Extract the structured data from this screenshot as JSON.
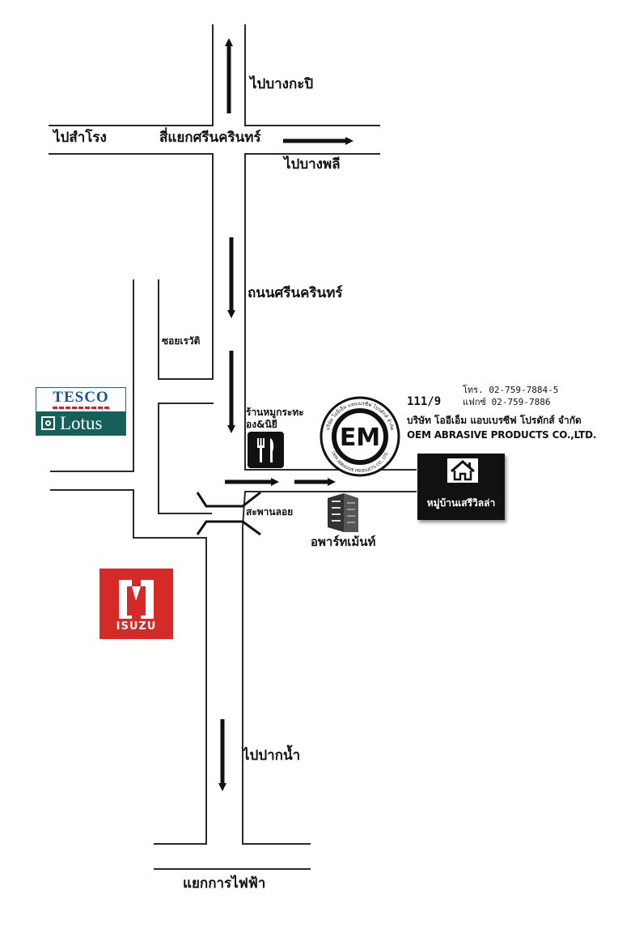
{
  "map": {
    "labels": {
      "to_bangkapi": "ไปบางกะปิ",
      "to_samrong": "ไปสำโรง",
      "srinakarin_junction": "สี่แยกศรีนครินทร์",
      "to_bangphli": "ไปบางพลี",
      "srinakarin_road": "ถนนศรีนครินทร์",
      "soi_rewat": "ซอยเรวัติ",
      "restaurant": "ร้านหมูกระทะ\nอง&นิยี",
      "overpass_bridge": "สะพานลอย",
      "apartment": "อพาร์ทเม้นท์",
      "to_paknam": "ไปปากน้ำ",
      "kanfaifa_junction": "แยกการไฟฟ้า"
    },
    "landmarks": {
      "tesco": {
        "line1": "TESCO",
        "line2": "Lotus",
        "colors": {
          "top": "#1a4f9c",
          "stripes": "#d5202b",
          "bar": "#16605a"
        }
      },
      "isuzu": {
        "text": "ISUZU",
        "color": "#d52a27"
      },
      "village": {
        "label": "หมู่บ้านเสรีวิลล่า",
        "icon": "house-icon"
      }
    },
    "company": {
      "address_no": "111/9",
      "phone": "โทร. 02-759-7884-5",
      "fax": "แฟกซ์ 02-759-7886",
      "name_th": "บริษัท โออีเอ็ม แอบเบรซีฟ โปรดักส์ จำกัด",
      "name_en": "OEM ABRASIVE PRODUCTS CO.,LTD.",
      "logo": {
        "initials": "EM",
        "ring_top": "บริษัท โออีเอ็ม แอบเบรซีฟ โปรดักส์ จำกัด",
        "ring_bottom": "OEM ABRASIVE PRODUCTS CO., LTD."
      }
    }
  }
}
